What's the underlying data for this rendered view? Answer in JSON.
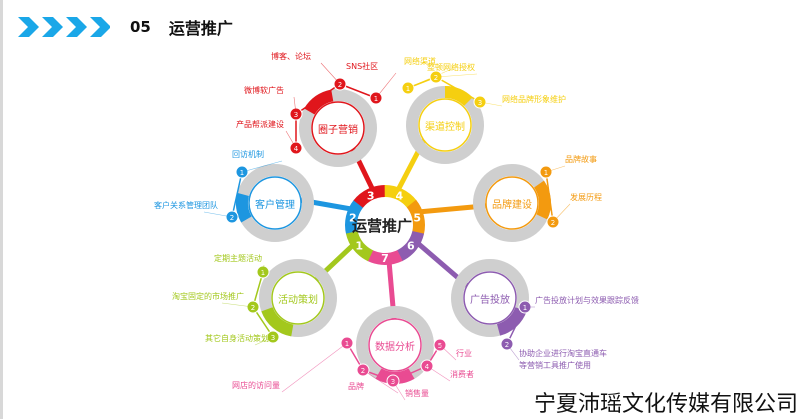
{
  "header": {
    "section_number": "05",
    "title": "运营推广",
    "accent_color": "#1aa7e8"
  },
  "hub": {
    "title": "运营推广",
    "segments": [
      {
        "number": "1",
        "color": "#a3c81d"
      },
      {
        "number": "2",
        "color": "#1d96e0"
      },
      {
        "number": "3",
        "color": "#e0161c"
      },
      {
        "number": "4",
        "color": "#f5cf10"
      },
      {
        "number": "5",
        "color": "#f39a0f"
      },
      {
        "number": "6",
        "color": "#8d5cb0"
      },
      {
        "number": "7",
        "color": "#e94b92"
      }
    ]
  },
  "nodes": {
    "circle_marketing": {
      "title": "圈子营销",
      "color": "#e0161c",
      "items": [
        {
          "number": "1",
          "label": "SNS社区"
        },
        {
          "number": "2",
          "label": "博客、论坛"
        },
        {
          "number": "3",
          "label": "微博软广告"
        },
        {
          "number": "4",
          "label": "产品帮派建设"
        }
      ]
    },
    "channel_control": {
      "title": "渠道控制",
      "color": "#f5cf10",
      "items": [
        {
          "number": "1",
          "label": "网络渠道"
        },
        {
          "number": "2",
          "label": "整顿网络授权"
        },
        {
          "number": "3",
          "label": "网络品牌形象维护"
        }
      ]
    },
    "customer_management": {
      "title": "客户管理",
      "color": "#1d96e0",
      "items": [
        {
          "number": "1",
          "label": "回访机制"
        },
        {
          "number": "2",
          "label": "客户关系管理团队"
        }
      ]
    },
    "brand_building": {
      "title": "品牌建设",
      "color": "#f39a0f",
      "items": [
        {
          "number": "1",
          "label": "品牌故事"
        },
        {
          "number": "2",
          "label": "发展历程"
        }
      ]
    },
    "activity_planning": {
      "title": "活动策划",
      "color": "#a3c81d",
      "items": [
        {
          "number": "1",
          "label": "定期主题活动"
        },
        {
          "number": "2",
          "label": "淘宝固定的市场推广"
        },
        {
          "number": "3",
          "label": "其它自身活动策划"
        }
      ]
    },
    "ad_placement": {
      "title": "广告投放",
      "color": "#8d5cb0",
      "items": [
        {
          "number": "1",
          "label": "广告投放计划与效果跟踪反馈"
        },
        {
          "number": "2",
          "label": "协助企业进行淘宝直通车",
          "label2": "等营销工具推广使用"
        }
      ]
    },
    "data_analysis": {
      "title": "数据分析",
      "color": "#e94b92",
      "items": [
        {
          "number": "1",
          "label": "网店的访问量"
        },
        {
          "number": "2",
          "label": "品牌"
        },
        {
          "number": "3",
          "label": "销售量"
        },
        {
          "number": "4",
          "label": "消费者"
        },
        {
          "number": "5",
          "label": "行业"
        }
      ]
    }
  },
  "footer": {
    "company": "宁夏沛瑶文化传媒有限公司"
  }
}
